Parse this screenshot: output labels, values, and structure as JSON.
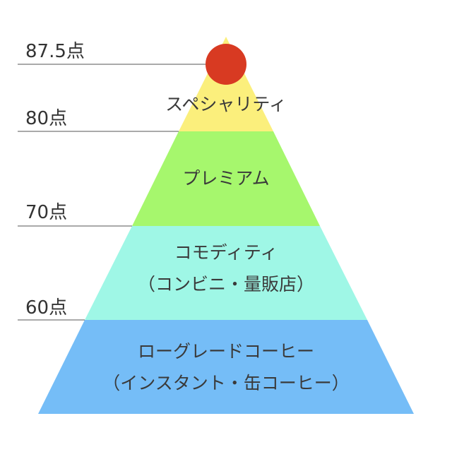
{
  "scores": [
    "87.5点",
    "80点",
    "70点",
    "60点"
  ],
  "tiers": [
    {
      "label": "スペシャリティ",
      "sublabel": "",
      "color": "#fbef7c"
    },
    {
      "label": "プレミアム",
      "sublabel": "",
      "color": "#a6f76d"
    },
    {
      "label": "コモディティ",
      "sublabel": "（コンビニ・量販店）",
      "color": "#9ff7e6"
    },
    {
      "label": "ローグレードコーヒー",
      "sublabel": "（インスタント・缶コーヒー）",
      "color": "#75bdf7"
    }
  ],
  "colors": {
    "marker": "#d83a22",
    "line": "#555555",
    "text": "#333333"
  }
}
